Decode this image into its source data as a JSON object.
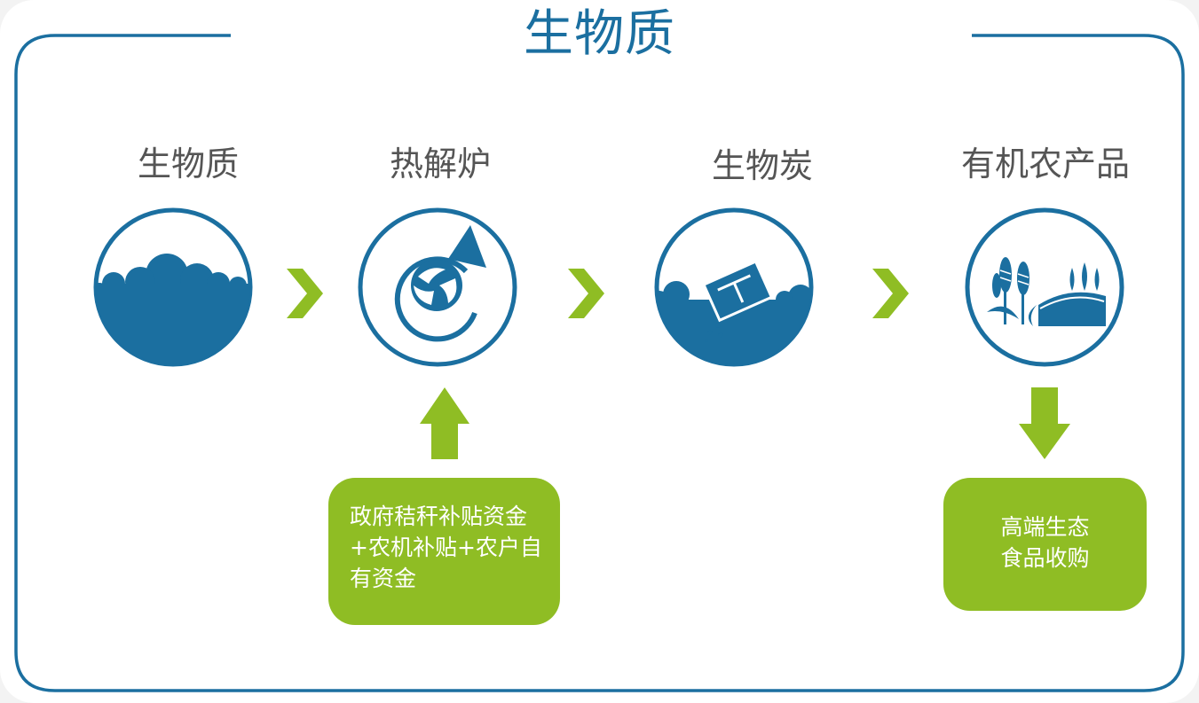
{
  "title": "生物质",
  "steps": [
    {
      "label": "生物质",
      "icon": "biomass-icon"
    },
    {
      "label": "热解炉",
      "icon": "pyrolysis-furnace-icon"
    },
    {
      "label": "生物炭",
      "icon": "biochar-icon"
    },
    {
      "label": "有机农产品",
      "icon": "organic-farm-icon"
    }
  ],
  "funding_note": "政府秸秆补贴资金+农机补贴+农户自有资金",
  "market_note": "高端生态食品收购",
  "colors": {
    "primary_blue": "#1b6fa0",
    "accent_green": "#8fbd24",
    "label_gray": "#555555",
    "background": "#f3f3f3",
    "panel": "#ffffff"
  }
}
